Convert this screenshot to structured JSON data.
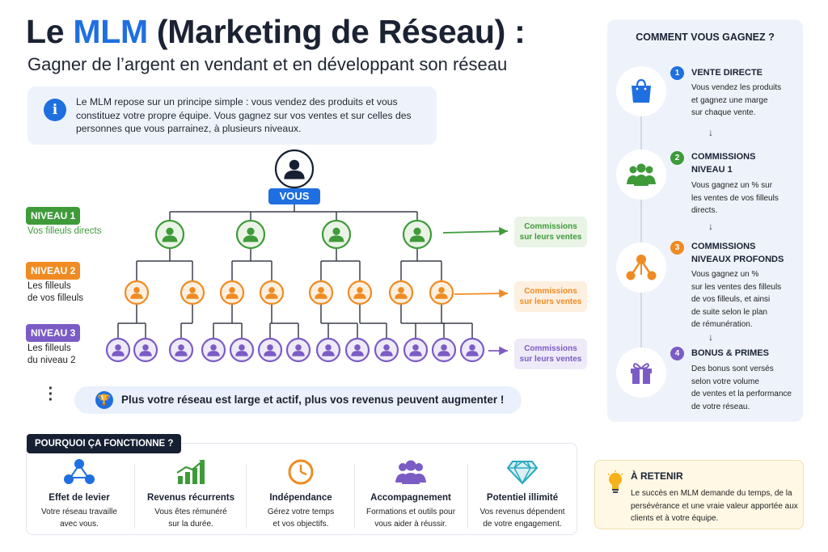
{
  "header": {
    "title_prefix": "Le ",
    "title_accent": "MLM",
    "title_suffix": " (Marketing de Réseau) :",
    "subtitle": "Gagner de l’argent en vendant et en développant son réseau"
  },
  "intro": {
    "icon": "info-icon",
    "text": "Le MLM repose sur un principe simple : vous vendez des produits et vous constituez votre propre équipe. Vous gagnez sur vos ventes et sur celles des personnes que vous parrainez, à plusieurs niveaux."
  },
  "colors": {
    "blue": "#1f6fe0",
    "green": "#3f9a3a",
    "orange": "#ef8b22",
    "purple": "#7b5cc5",
    "dark": "#172033"
  },
  "tree": {
    "root_label": "VOUS",
    "levels": [
      {
        "badge": "NIVEAU 1",
        "desc_line1": "Vos filleuls directs",
        "desc_line2": "",
        "nodes": 4,
        "commission_line1": "Commissions",
        "commission_line2": "sur leurs ventes"
      },
      {
        "badge": "NIVEAU 2",
        "desc_line1": "Les filleuls",
        "desc_line2": "de vos filleuls",
        "nodes": 8,
        "commission_line1": "Commissions",
        "commission_line2": "sur leurs ventes"
      },
      {
        "badge": "NIVEAU 3",
        "desc_line1": "Les filleuls",
        "desc_line2": "du niveau 2",
        "nodes": 13,
        "commission_line1": "Commissions",
        "commission_line2": "sur leurs ventes"
      }
    ]
  },
  "banner": {
    "icon": "trophy-icon",
    "text": "Plus votre réseau est large et actif, plus vos revenus peuvent augmenter !"
  },
  "why": {
    "title": "POURQUOI ÇA FONCTIONNE ?",
    "items": [
      {
        "icon": "network-icon",
        "title": "Effet de levier",
        "line1": "Votre réseau travaille",
        "line2": "avec vous."
      },
      {
        "icon": "growth-chart-icon",
        "title": "Revenus récurrents",
        "line1": "Vous êtes rémunéré",
        "line2": "sur la durée."
      },
      {
        "icon": "clock-icon",
        "title": "Indépendance",
        "line1": "Gérez votre temps",
        "line2": "et vos objectifs."
      },
      {
        "icon": "group-icon",
        "title": "Accompagnement",
        "line1": "Formations et outils pour",
        "line2": "vous aider à réussir."
      },
      {
        "icon": "diamond-icon",
        "title": "Potentiel illimité",
        "line1": "Vos revenus dépendent",
        "line2": "de votre engagement."
      }
    ]
  },
  "earn": {
    "title": "COMMENT VOUS GAGNEZ ?",
    "steps": [
      {
        "num": "1",
        "icon": "shopping-bag-icon",
        "title_lines": [
          "VENTE DIRECTE"
        ],
        "desc_lines": [
          "Vous vendez les produits",
          "et gagnez une marge",
          "sur chaque vente."
        ]
      },
      {
        "num": "2",
        "icon": "team-icon",
        "title_lines": [
          "COMMISSIONS",
          "NIVEAU 1"
        ],
        "desc_lines": [
          "Vous gagnez un % sur",
          "les ventes de vos filleuls",
          "directs."
        ]
      },
      {
        "num": "3",
        "icon": "network-nodes-icon",
        "title_lines": [
          "COMMISSIONS",
          "NIVEAUX PROFONDS"
        ],
        "desc_lines": [
          "Vous gagnez un %",
          "sur les ventes des filleuls",
          "de vos filleuls, et ainsi",
          "de suite selon le plan",
          "de rémunération."
        ]
      },
      {
        "num": "4",
        "icon": "gift-icon",
        "title_lines": [
          "BONUS & PRIMES"
        ],
        "desc_lines": [
          "Des bonus sont versés",
          "selon votre volume",
          "de ventes et la performance",
          "de votre réseau."
        ]
      }
    ],
    "arrow": "↓"
  },
  "retain": {
    "icon": "lightbulb-icon",
    "title": "À RETENIR",
    "text": "Le succès en MLM demande du temps, de la persévérance et une vraie valeur apportée aux clients et à votre équipe."
  }
}
